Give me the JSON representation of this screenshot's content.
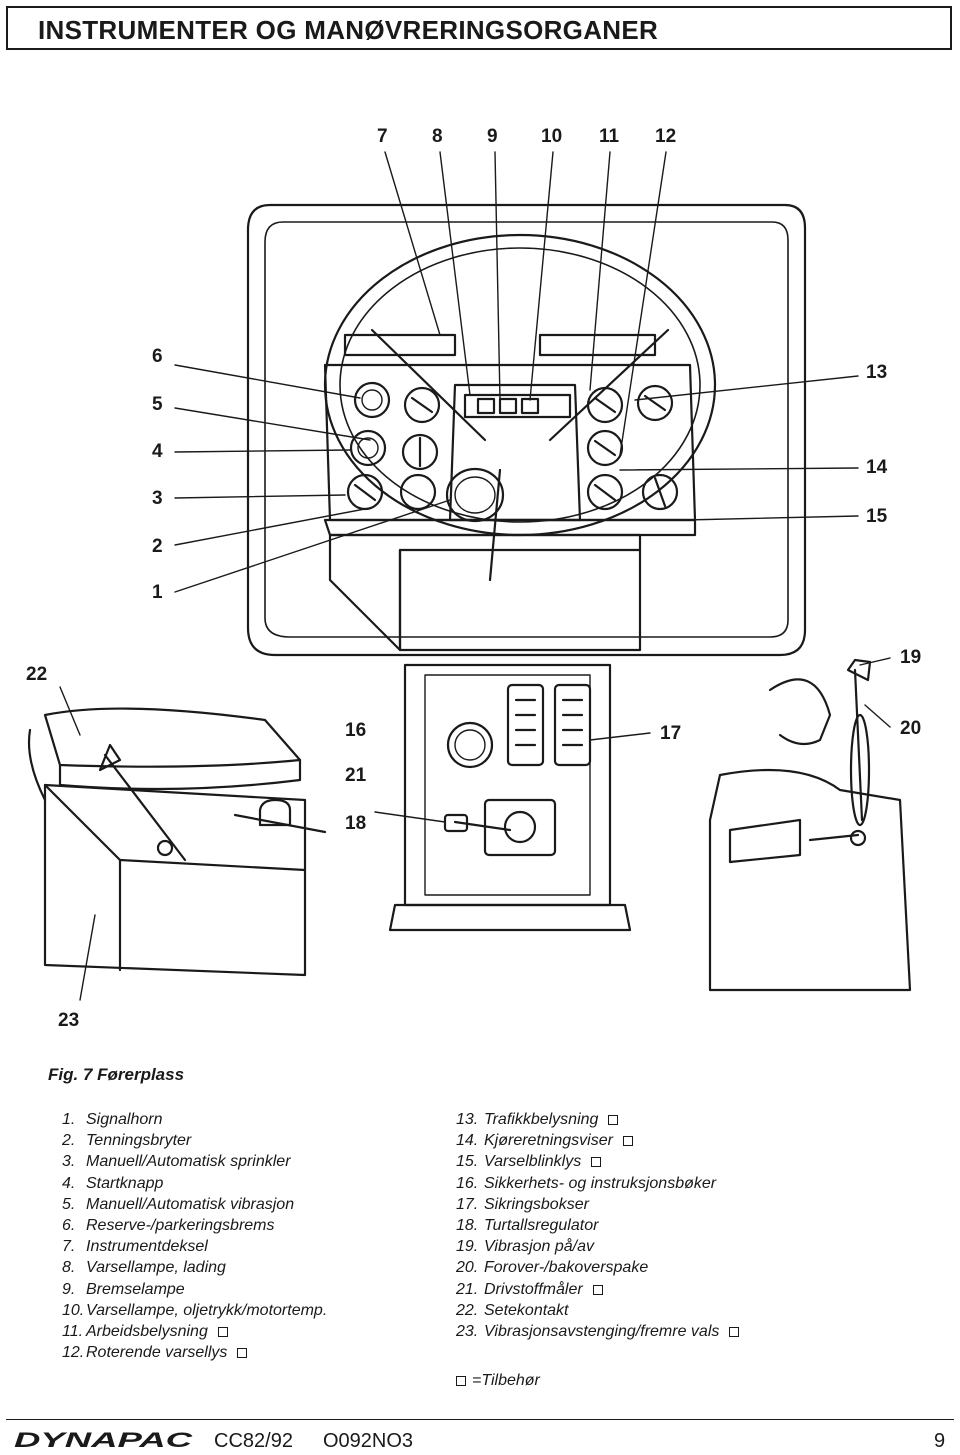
{
  "header": {
    "title": "INSTRUMENTER OG MANØVRERINGSORGANER"
  },
  "figure": {
    "callouts": {
      "c7": "7",
      "c8": "8",
      "c9": "9",
      "c10": "10",
      "c11": "11",
      "c12": "12",
      "c6": "6",
      "c5": "5",
      "c4": "4",
      "c3": "3",
      "c2": "2",
      "c1": "1",
      "c13": "13",
      "c14": "14",
      "c15": "15",
      "c19": "19",
      "c20": "20",
      "c22": "22",
      "c16": "16",
      "c17": "17",
      "c21": "21",
      "c18": "18",
      "c23": "23"
    },
    "caption": "Fig. 7 Førerplass"
  },
  "legend": {
    "left": [
      {
        "num": "1.",
        "text": "Signalhorn",
        "accessory": false
      },
      {
        "num": "2.",
        "text": "Tenningsbryter",
        "accessory": false
      },
      {
        "num": "3.",
        "text": "Manuell/Automatisk sprinkler",
        "accessory": false
      },
      {
        "num": "4.",
        "text": "Startknapp",
        "accessory": false
      },
      {
        "num": "5.",
        "text": "Manuell/Automatisk vibrasjon",
        "accessory": false
      },
      {
        "num": "6.",
        "text": "Reserve-/parkeringsbrems",
        "accessory": false
      },
      {
        "num": "7.",
        "text": "Instrumentdeksel",
        "accessory": false
      },
      {
        "num": "8.",
        "text": "Varsellampe, lading",
        "accessory": false
      },
      {
        "num": "9.",
        "text": "Bremselampe",
        "accessory": false
      },
      {
        "num": "10.",
        "text": "Varsellampe, oljetrykk/motortemp.",
        "accessory": false
      },
      {
        "num": "11.",
        "text": "Arbeidsbelysning",
        "accessory": true
      },
      {
        "num": "12.",
        "text": "Roterende varsellys",
        "accessory": true
      }
    ],
    "right": [
      {
        "num": "13.",
        "text": "Trafikkbelysning",
        "accessory": true
      },
      {
        "num": "14.",
        "text": "Kjøreretningsviser",
        "accessory": true
      },
      {
        "num": "15.",
        "text": "Varselblinklys",
        "accessory": true
      },
      {
        "num": "16.",
        "text": "Sikkerhets- og instruksjonsbøker",
        "accessory": false
      },
      {
        "num": "17.",
        "text": "Sikringsbokser",
        "accessory": false
      },
      {
        "num": "18.",
        "text": "Turtallsregulator",
        "accessory": false
      },
      {
        "num": "19.",
        "text": "Vibrasjon på/av",
        "accessory": false
      },
      {
        "num": "20.",
        "text": "Forover-/bakoverspake",
        "accessory": false
      },
      {
        "num": "21.",
        "text": "Drivstoffmåler",
        "accessory": true
      },
      {
        "num": "22.",
        "text": "Setekontakt",
        "accessory": false
      },
      {
        "num": "23.",
        "text": "Vibrasjonsavstenging/fremre vals",
        "accessory": true
      }
    ],
    "note": "=Tilbehør"
  },
  "footer": {
    "logo_text": "DYNAPAC",
    "model": "CC82/92",
    "doc_number": "O092NO3",
    "page_number": "9"
  },
  "colors": {
    "ink": "#1a1a1a",
    "paper": "#ffffff"
  }
}
